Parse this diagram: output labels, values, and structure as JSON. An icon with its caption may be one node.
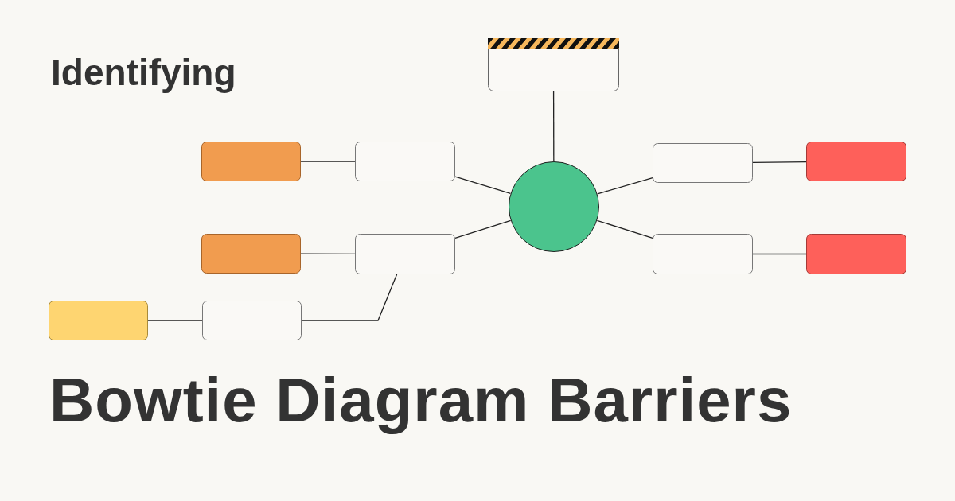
{
  "diagram": {
    "title": "Bowtie Diagram Barriers",
    "nodes": [
      {
        "text": [],
        "shape": "box"
      },
      {
        "text": [],
        "shape": "box"
      },
      {
        "text": [],
        "shape": "box"
      },
      {
        "text": [],
        "shape": "circle"
      },
      {
        "text": [],
        "shape": "box"
      },
      {
        "text": [],
        "shape": "box"
      },
      {
        "text": [],
        "shape": "box"
      },
      {
        "text": [],
        "shape": "box"
      },
      {
        "text": [],
        "shape": "box"
      },
      {
        "text": [],
        "shape": "box"
      },
      {
        "text": [],
        "shape": "box"
      },
      {
        "text": [],
        "shape": "box"
      }
    ],
    "edges": [
      {
        "from": 0,
        "to": 3,
        "arrow": "none"
      },
      {
        "from": 1,
        "to": 2,
        "arrow": "none"
      },
      {
        "from": 2,
        "to": 3,
        "arrow": "none"
      },
      {
        "from": 6,
        "to": 7,
        "arrow": "none"
      },
      {
        "from": 7,
        "to": 3,
        "arrow": "none"
      },
      {
        "from": 3,
        "to": 4,
        "arrow": "none"
      },
      {
        "from": 4,
        "to": 5,
        "arrow": "none"
      },
      {
        "from": 3,
        "to": 8,
        "arrow": "none"
      },
      {
        "from": 8,
        "to": 9,
        "arrow": "none"
      },
      {
        "from": 10,
        "to": 11,
        "arrow": "none"
      },
      {
        "from": 11,
        "to": 7,
        "arrow": "none"
      }
    ],
    "labels": [
      "Identifying"
    ]
  }
}
